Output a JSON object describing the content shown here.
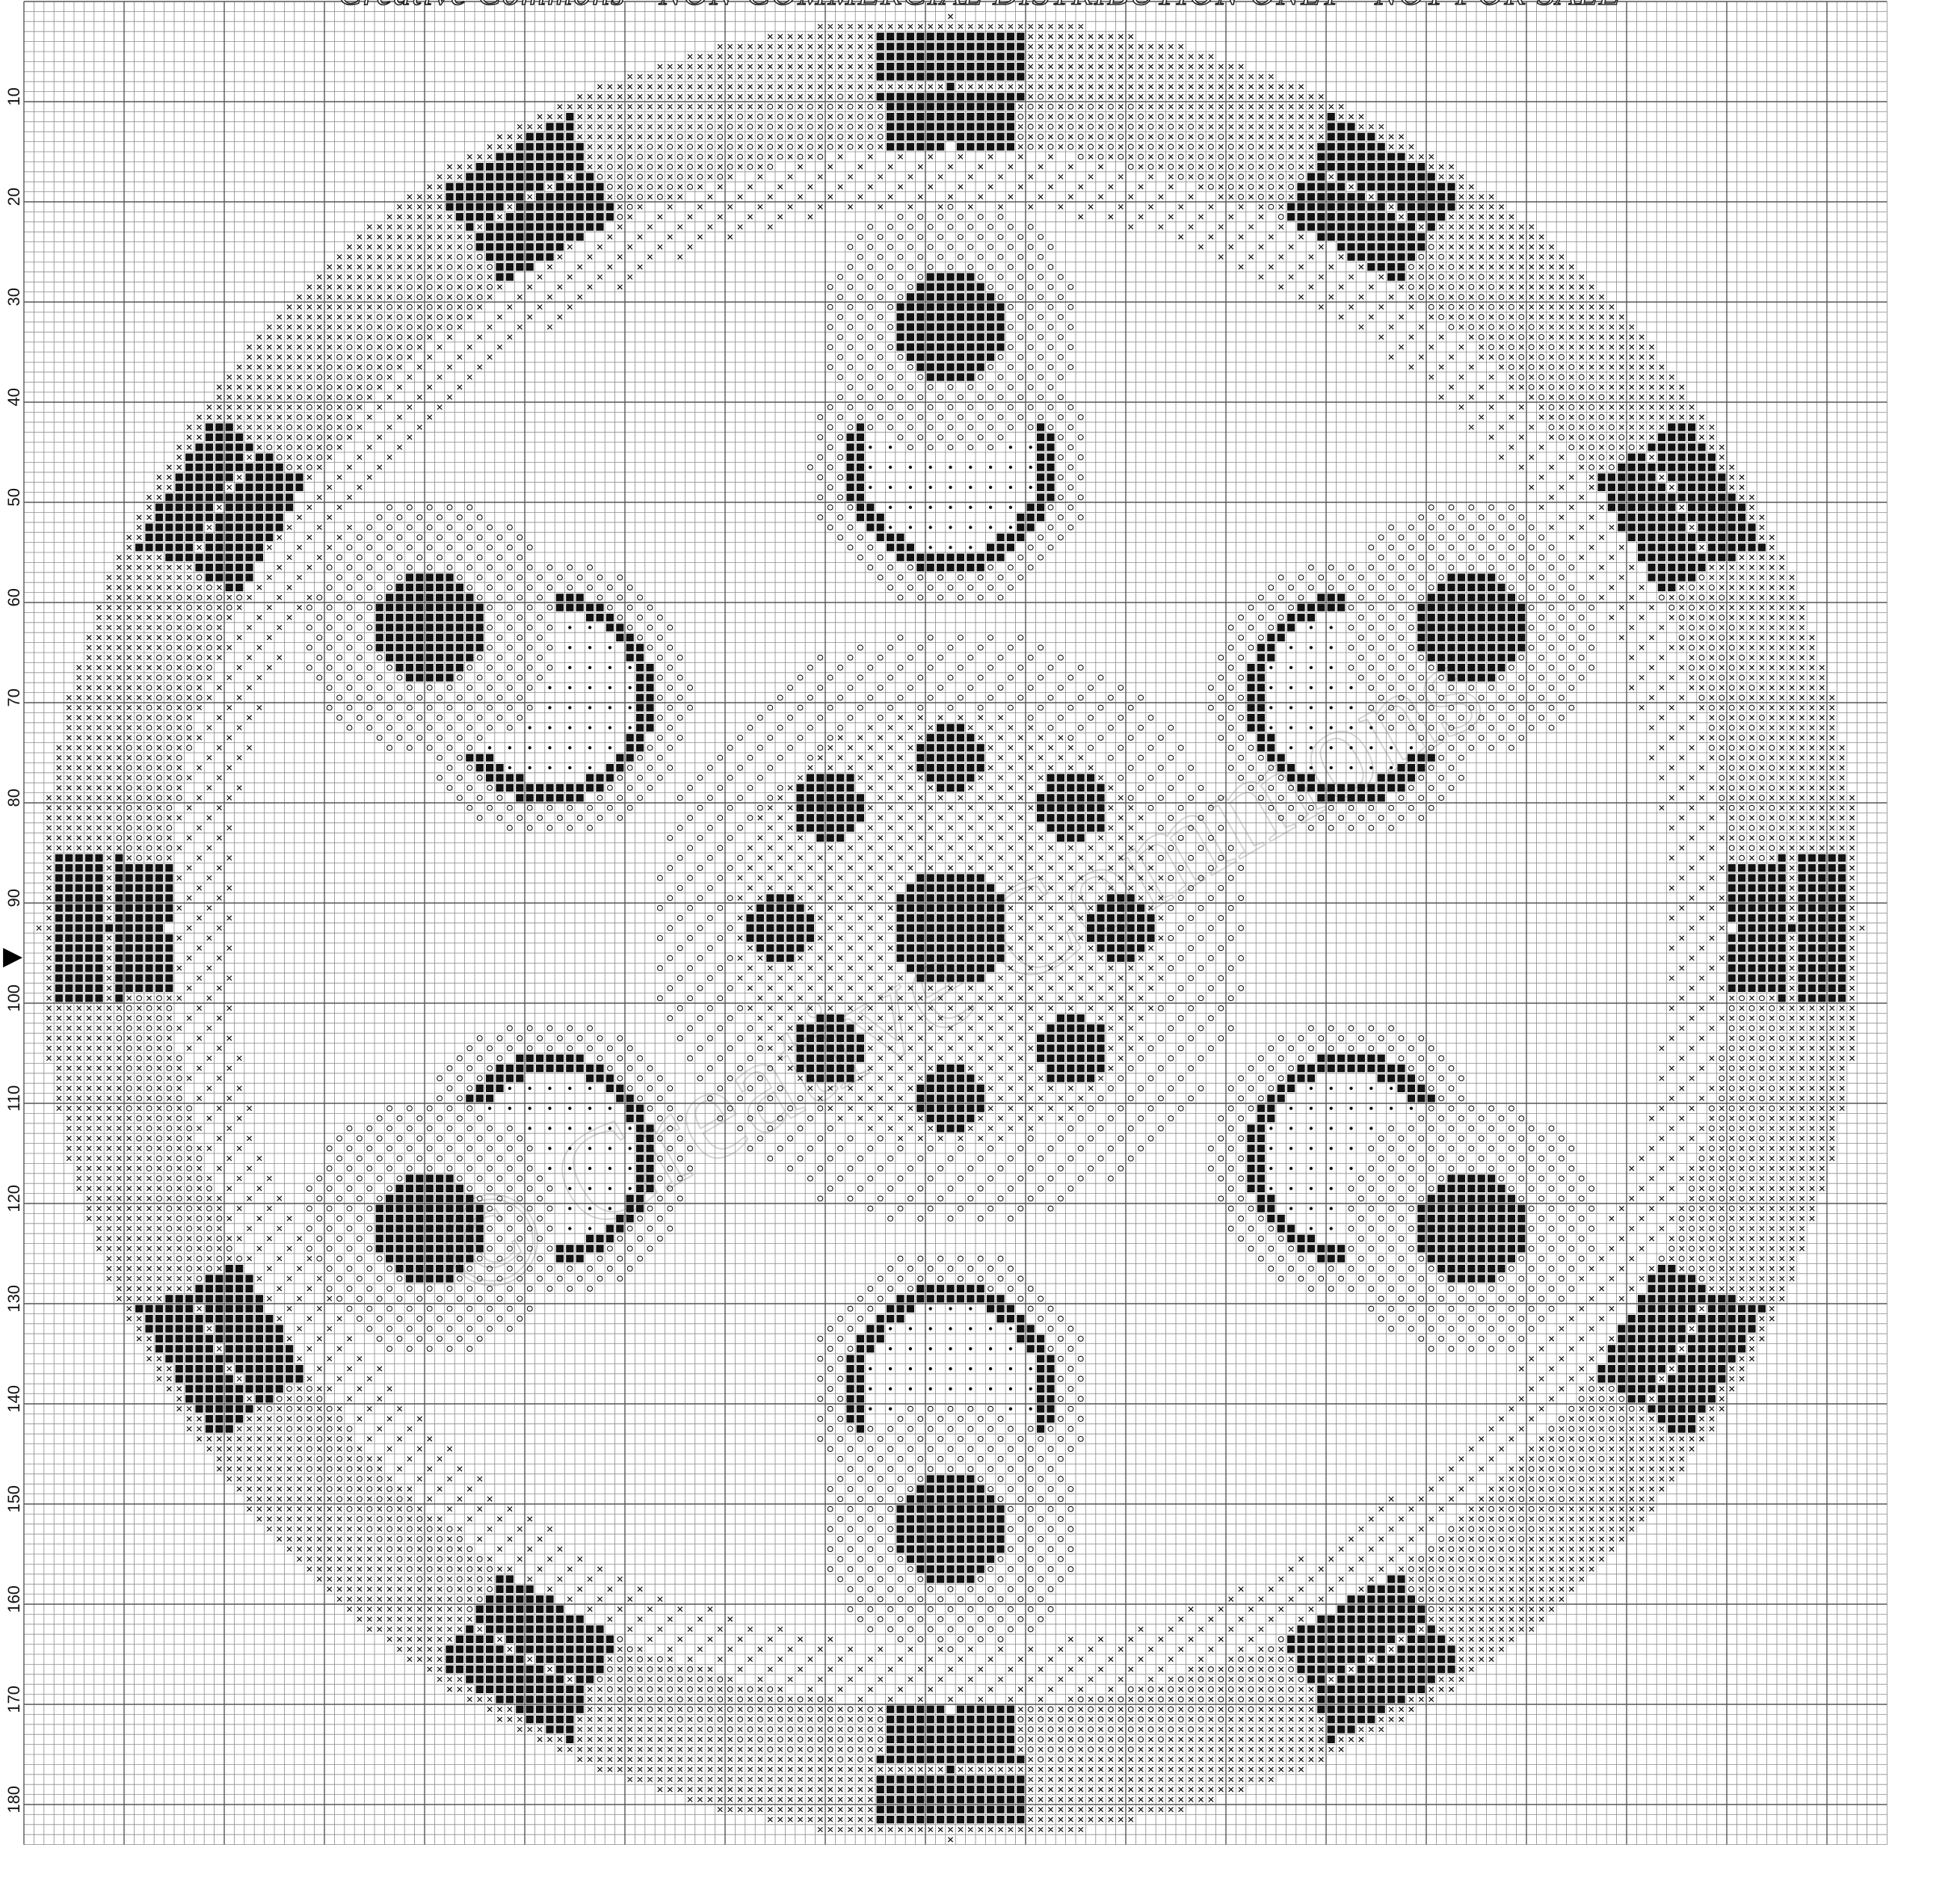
{
  "title_banner": "Creative Commons - NON-COMMERCIAL DISTRIBUTION ONLY - NOT FOR SALE",
  "watermark": "© Creative Commons",
  "center_marker": "▶",
  "row_labels": [
    "10",
    "20",
    "30",
    "40",
    "50",
    "60",
    "70",
    "80",
    "90",
    "100",
    "110",
    "120",
    "130",
    "140",
    "150",
    "160",
    "170",
    "180"
  ],
  "pattern": {
    "columns": 186,
    "rows": 184,
    "symbols": {
      "filled": "■",
      "cross": "×",
      "ring": "◎",
      "dot": "•"
    },
    "symbol_color": "#111111",
    "grid_color": "#8a8a8a",
    "major_grid_color": "#555555"
  }
}
